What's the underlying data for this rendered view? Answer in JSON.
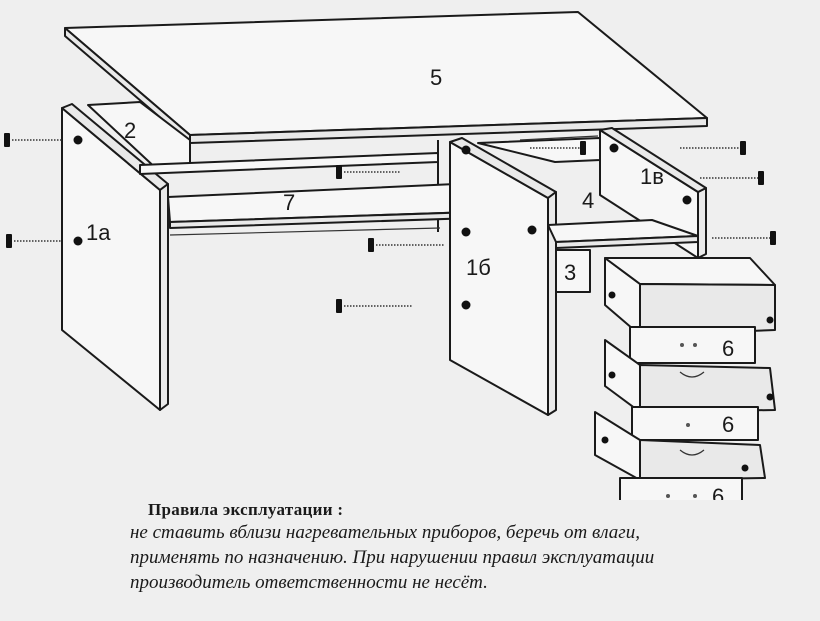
{
  "parts": {
    "top": "5",
    "back_panel": "2",
    "shelf": "7",
    "side_left": "1а",
    "side_middle": "1б",
    "side_right": "1в",
    "drawer_shelf": "4",
    "rail": "3",
    "drawer_front_1": "6",
    "drawer_front_2": "6",
    "drawer_front_3": "6"
  },
  "rules": {
    "title": "Правила эксплуатации",
    "title_suffix": " :",
    "line1": "не ставить вблизи нагревательных приборов, беречь от влаги,",
    "line2": "применять по назначению. При нарушении правил эксплуатации",
    "line3": "производитель ответственности не несёт."
  }
}
